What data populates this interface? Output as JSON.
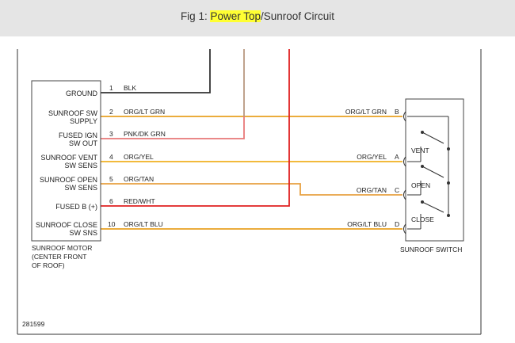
{
  "figure": {
    "caption_prefix": "Fig 1: ",
    "caption_highlight": "Power Top",
    "caption_suffix": "/Sunroof Circuit",
    "diagram_number": "281599",
    "highlight_color": "#ffff33"
  },
  "motor": {
    "pins": [
      {
        "label1": "GROUND",
        "label2": "",
        "num": "1",
        "wire": "BLK"
      },
      {
        "label1": "SUNROOF SW",
        "label2": "SUPPLY",
        "num": "2",
        "wire": "ORG/LT GRN"
      },
      {
        "label1": "FUSED IGN",
        "label2": "SW OUT",
        "num": "3",
        "wire": "PNK/DK GRN"
      },
      {
        "label1": "SUNROOF VENT",
        "label2": "SW SENS",
        "num": "4",
        "wire": "ORG/YEL"
      },
      {
        "label1": "SUNROOF OPEN",
        "label2": "SW SENS",
        "num": "5",
        "wire": "ORG/TAN"
      },
      {
        "label1": "FUSED B (+)",
        "label2": "",
        "num": "6",
        "wire": "RED/WHT"
      },
      {
        "label1": "SUNROOF CLOSE",
        "label2": "SW SNS",
        "num": "10",
        "wire": "ORG/LT BLU"
      }
    ],
    "name": [
      "SUNROOF MOTOR",
      "(CENTER FRONT",
      "OF ROOF)"
    ]
  },
  "switch": {
    "name": "SUNROOF SWITCH",
    "pins": [
      {
        "wire": "ORG/LT GRN",
        "letter": "B"
      },
      {
        "wire": "ORG/YEL",
        "letter": "A"
      },
      {
        "wire": "ORG/TAN",
        "letter": "C"
      },
      {
        "wire": "ORG/LT BLU",
        "letter": "D"
      }
    ],
    "positions": [
      "VENT",
      "OPEN",
      "CLOSE"
    ]
  },
  "colors": {
    "blk": "#333333",
    "org_lt_grn": "#e8a020",
    "pnk_dk_grn": "#e87878",
    "org_yel": "#f0b020",
    "org_tan": "#e8a040",
    "red_wht": "#e02020",
    "org_lt_blu": "#e8a020",
    "tan_wire": "#b89880"
  }
}
